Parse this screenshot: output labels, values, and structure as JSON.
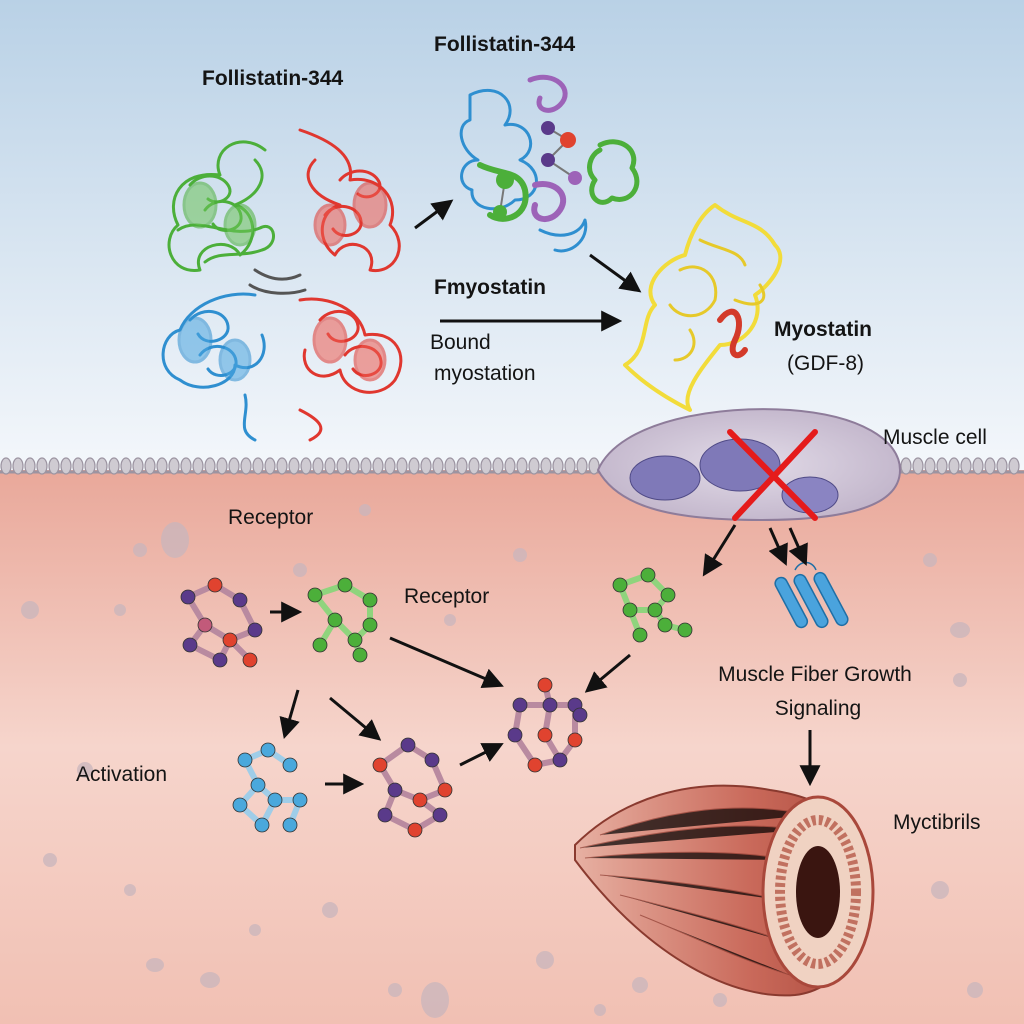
{
  "labels": {
    "follistatin_left": "Follistatin-344",
    "follistatin_top": "Follistatin-344",
    "myostatin_arrow": "Fmyostatin",
    "bound_line1": "Bound",
    "bound_line2": "myostation",
    "myostatin_title": "Myostatin",
    "myostatin_sub": "(GDF-8)",
    "muscle_cell": "Muscle cell",
    "receptor_top": "Receptor",
    "receptor_mid": "Receptor",
    "growth_line1": "Muscle Fiber Growth",
    "growth_line2": "Signaling",
    "activation": "Activation",
    "myofibrils": "Myctibrils"
  },
  "colors": {
    "follistatin_green": "#4caf3a",
    "follistatin_red": "#e0372f",
    "follistatin_blue": "#2f8fd0",
    "myostatin_yellow": "#f2dc3a",
    "inhibition_red": "#e51b1b",
    "sky_top": "#b9d1e6",
    "tissue": "#eab0a4"
  },
  "icons": {
    "inhibition": "red-x-icon",
    "receptor": "transmembrane-receptor-icon"
  }
}
